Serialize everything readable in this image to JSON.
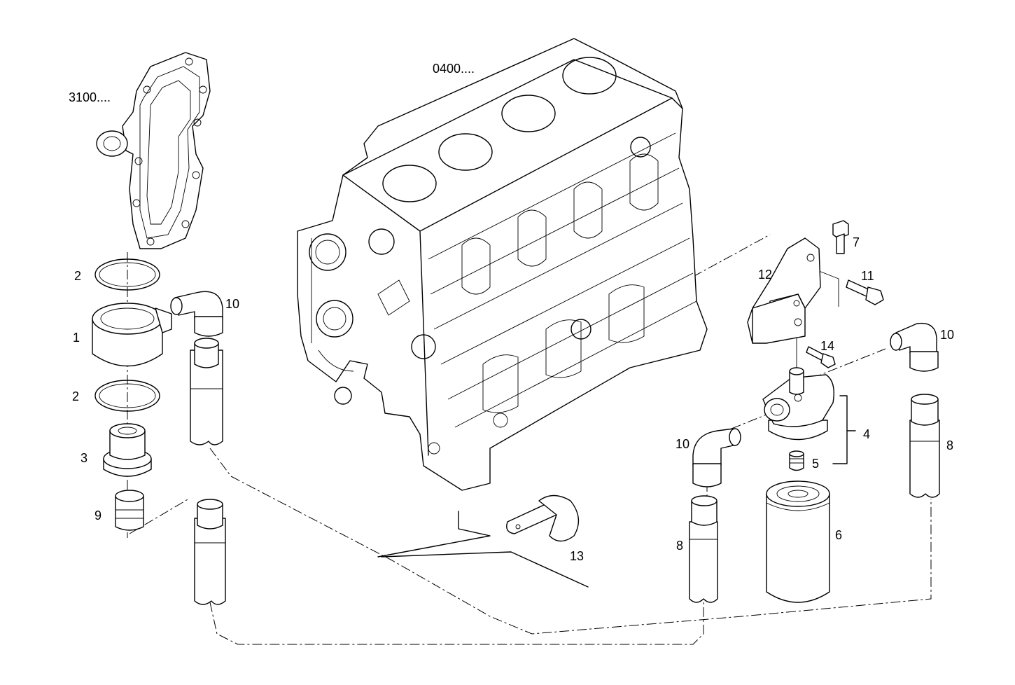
{
  "diagram": {
    "group_refs": {
      "block": "0400....",
      "cover": "3100...."
    },
    "part_numbers": {
      "p1": "1",
      "p2a": "2",
      "p2b": "2",
      "p3": "3",
      "p4": "4",
      "p5": "5",
      "p6": "6",
      "p7": "7",
      "p8a": "8",
      "p8b": "8",
      "p9": "9",
      "p10a": "10",
      "p10b": "10",
      "p10c": "10",
      "p11": "11",
      "p12": "12",
      "p13": "13",
      "p14": "14"
    }
  }
}
